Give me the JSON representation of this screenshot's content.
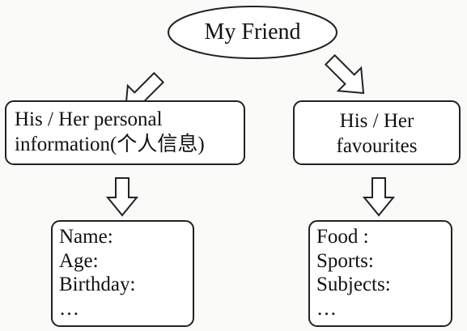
{
  "root": {
    "label": "My Friend"
  },
  "branches": [
    {
      "title_lines": [
        "His / Her personal",
        "information(个人信息)"
      ],
      "items": [
        "Name:",
        "Age:",
        "Birthday:",
        "…"
      ]
    },
    {
      "title_lines": [
        "His / Her",
        "favourites"
      ],
      "items": [
        "Food :",
        "Sports:",
        "Subjects:",
        "…"
      ]
    }
  ]
}
